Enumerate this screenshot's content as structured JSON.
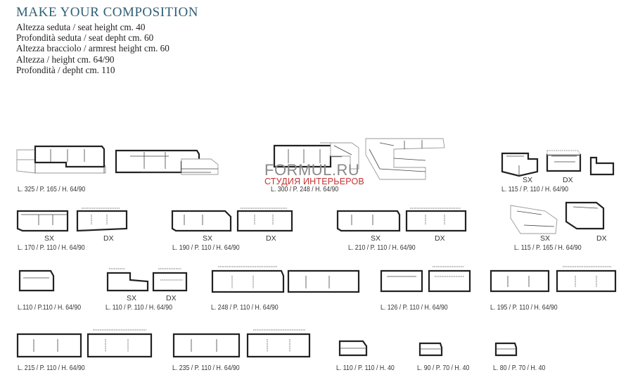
{
  "title": "MAKE YOUR COMPOSITION",
  "specs": [
    "Altezza seduta / seat height cm. 40",
    "Profondità seduta / seat depht cm. 60",
    "Altezza bracciolo / armrest height cm. 60",
    "Altezza / height cm. 64/90",
    "Profondità / depht cm. 110"
  ],
  "watermark": {
    "brand": "FORMUL.RU",
    "subtitle": "СТУДИЯ ИНТЕРЬЕРОВ"
  },
  "captions": {
    "c1": "L. 325 / P. 165 / H. 64/90",
    "c2": "L. 300 / P. 248 / H. 64/90",
    "c3": "L. 115 / P. 110 / H. 64/90",
    "c4": "L. 170 / P. 110 / H. 64/90",
    "c5": "L. 190 / P. 110 / H. 64/90",
    "c6": "L. 210 / P. 110 / H. 64/90",
    "c7": "L. 115 / P. 165 / H. 64/90",
    "c8": "L.110 / P.110 / H. 64/90",
    "c9": "L. 110 / P. 110 / H. 64/90",
    "c10": "L. 248 / P. 110 / H. 64/90",
    "c11": "L. 126 / P. 110 / H. 64/90",
    "c12": "L. 195 / P. 110 / H. 64/90",
    "c13": "L. 215 / P. 110 / H. 64/90",
    "c14": "L. 235 / P. 110 / H. 64/90",
    "c15": "L. 110 / P. 110 / H. 40",
    "c16": "L. 90 / P. 70 / H. 40",
    "c17": "L. 80 / P. 70 / H. 40"
  },
  "sides": {
    "sx": "SX",
    "dx": "DX"
  }
}
